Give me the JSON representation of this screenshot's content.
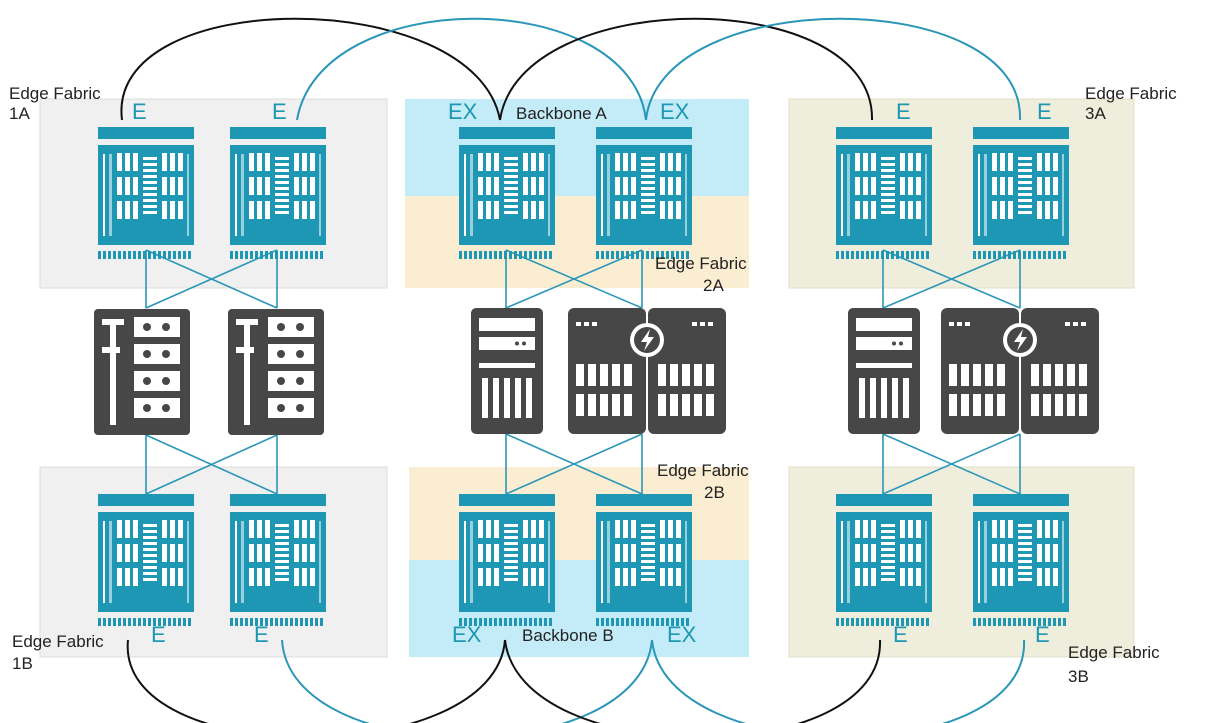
{
  "colors": {
    "switch_blue": "#1d97b4",
    "link_blue": "#2a96b8",
    "link_black": "#111111",
    "fabric_gray": "#f0f0f0",
    "fabric_olive": "#efeedc",
    "backbone_cyan": "#c4ecf8",
    "fabric_beige": "#fbedd2",
    "device_dark": "#474747"
  },
  "labels": {
    "edge_fabric_1a": [
      "Edge Fabric",
      "1A"
    ],
    "edge_fabric_1b": [
      "Edge Fabric",
      "1B"
    ],
    "edge_fabric_2a": [
      "Edge Fabric",
      "2A"
    ],
    "edge_fabric_2b": [
      "Edge Fabric",
      "2B"
    ],
    "edge_fabric_3a": [
      "Edge Fabric",
      "3A"
    ],
    "edge_fabric_3b": [
      "Edge Fabric",
      "3B"
    ],
    "backbone_a": "Backbone A",
    "backbone_b": "Backbone B"
  },
  "ports": {
    "e": "E",
    "ex": "EX"
  },
  "icons": [
    "fc-switch-icon",
    "storage-array-icon",
    "server-tower-icon",
    "blade-server-icon",
    "lightning-bolt-icon"
  ]
}
